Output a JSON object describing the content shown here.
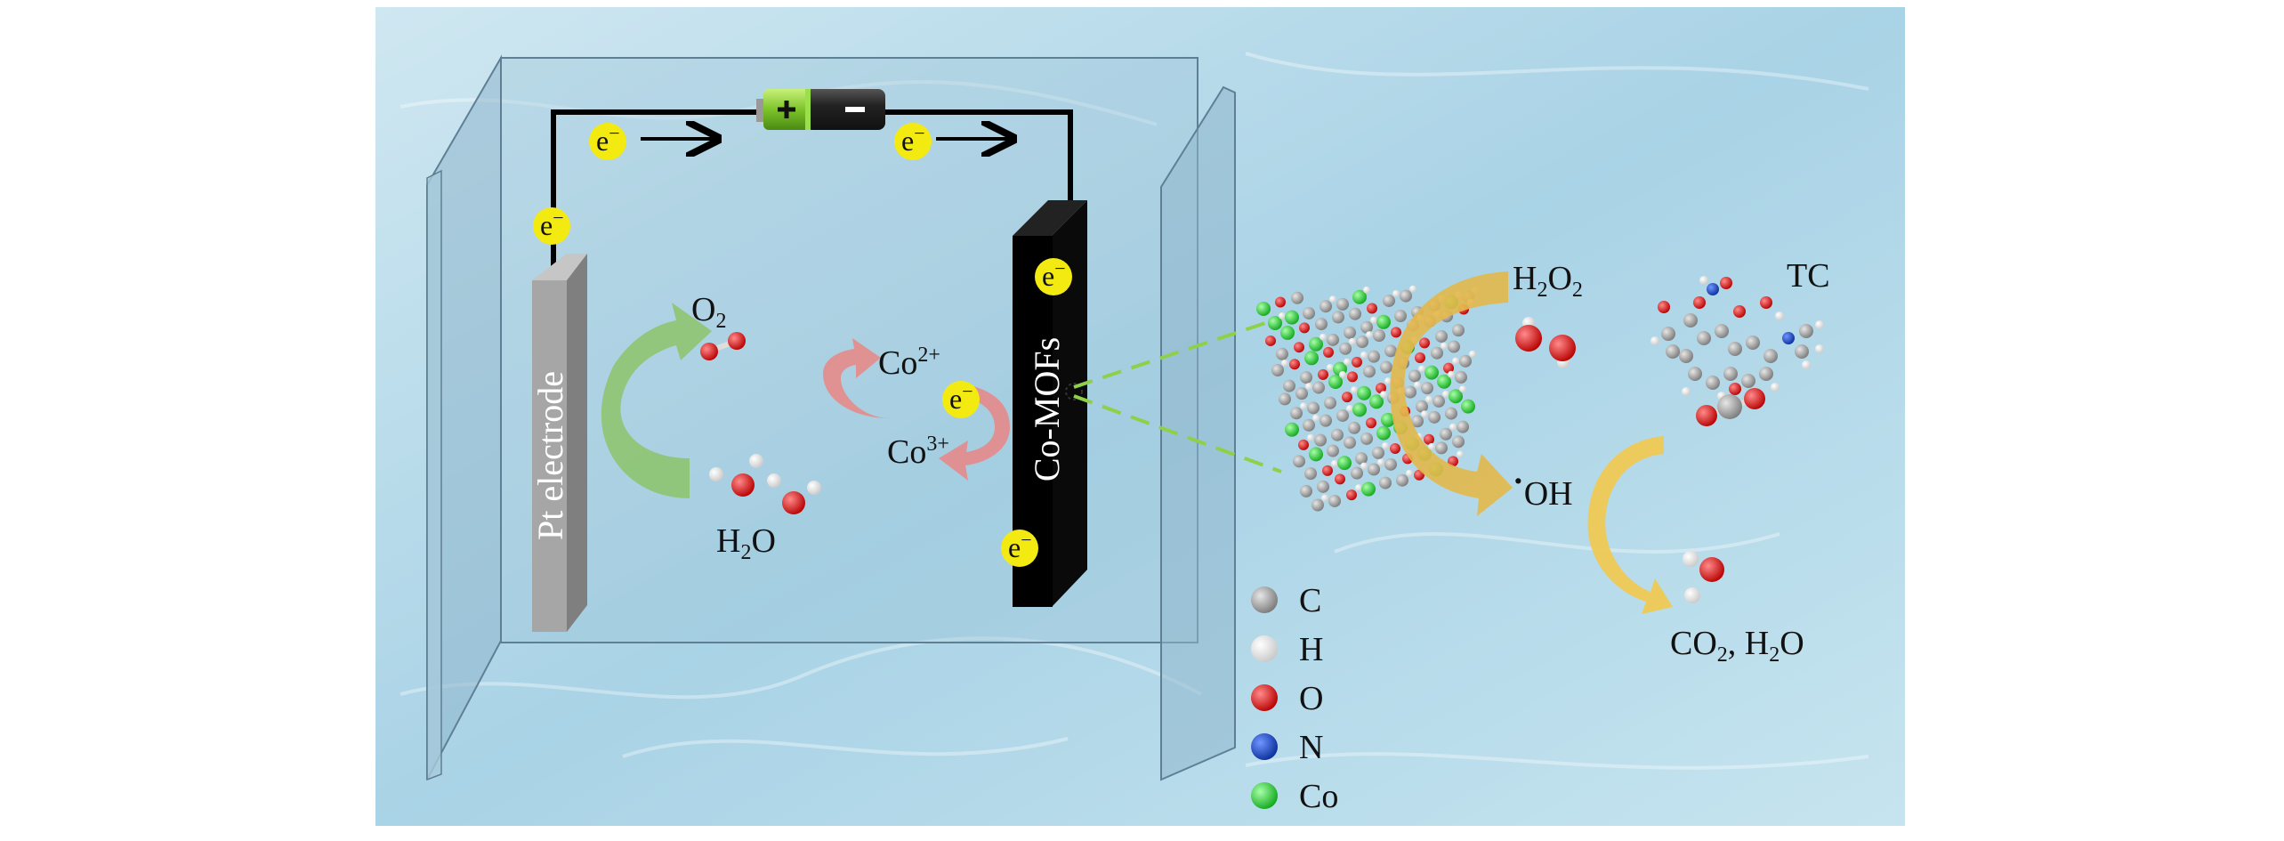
{
  "electron": {
    "symbol": "e",
    "charge": "−"
  },
  "electrodes": {
    "anode": "Pt electrode",
    "cathode": "Co-MOFs"
  },
  "species": {
    "o2": {
      "base": "O",
      "sub": "2"
    },
    "h2o": {
      "a": "H",
      "sub": "2",
      "b": "O"
    },
    "co2plus": {
      "base": "Co",
      "sup": "2+"
    },
    "co3plus": {
      "base": "Co",
      "sup": "3+"
    },
    "h2o2": {
      "a": "H",
      "sub1": "2",
      "b": "O",
      "sub2": "2"
    },
    "oh": {
      "dot": "·",
      "base": "OH"
    },
    "tc": "TC",
    "products": {
      "a": "CO",
      "sub1": "2",
      "b": ", H",
      "sub2": "2",
      "c": "O"
    }
  },
  "legend": [
    {
      "label": "C",
      "color": "#9a9a9a"
    },
    {
      "label": "H",
      "color": "#f2f2f2"
    },
    {
      "label": "O",
      "color": "#e0161b"
    },
    {
      "label": "N",
      "color": "#1f4fd0"
    },
    {
      "label": "Co",
      "color": "#2fdc3a"
    }
  ],
  "colors": {
    "water": "#b9dcea",
    "electron": "#f3ea12",
    "battery_pos": "#8fd13a",
    "arrow_green": "#8cc46a",
    "arrow_pink": "#e58a8a",
    "arrow_yellow": "#f2c84b"
  }
}
